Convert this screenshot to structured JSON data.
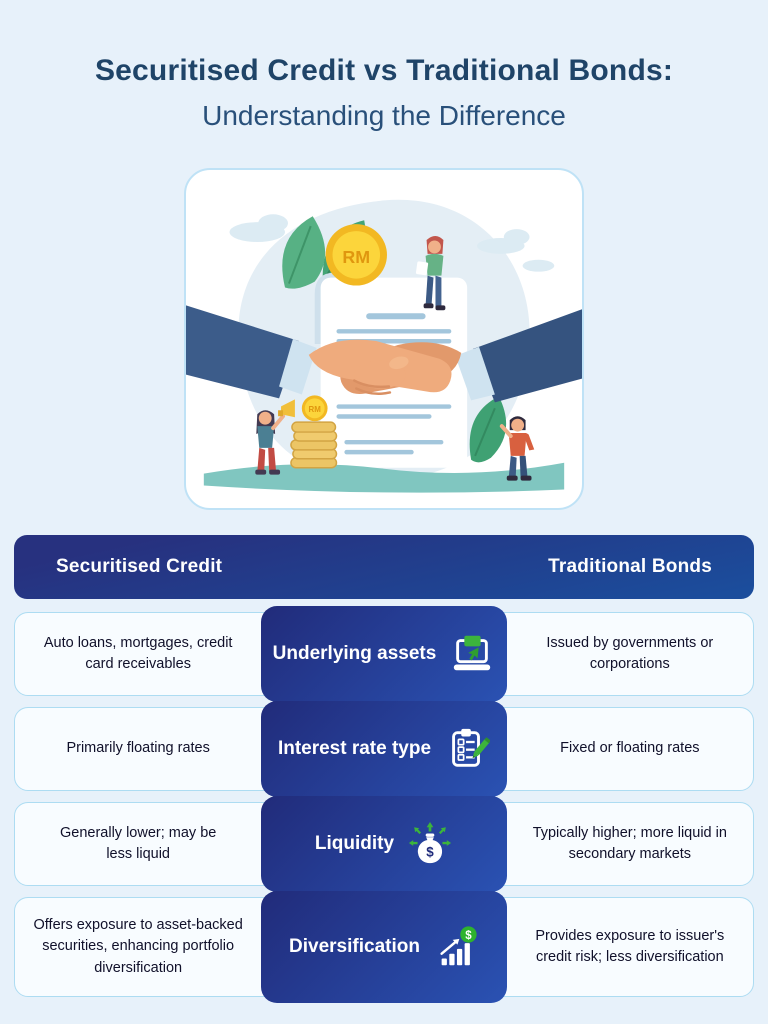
{
  "title": {
    "line1": "Securitised Credit vs Traditional Bonds:",
    "line2": "Understanding the Difference"
  },
  "illustration": {
    "name": "handshake-agreement-illustration",
    "coin_label": "RM",
    "coin_stack_label": "RM"
  },
  "icons": {
    "dollar_symbol": "$"
  },
  "comparison": {
    "left_header": "Securitised Credit",
    "right_header": "Traditional Bonds",
    "rows": [
      {
        "left": "Auto loans, mortgages, credit card receivables",
        "label": "Underlying assets",
        "icon": "laptop-cursor-icon",
        "right": "Issued by governments or corporations"
      },
      {
        "left": "Primarily floating rates",
        "label": "Interest rate type",
        "icon": "clipboard-pencil-icon",
        "right": "Fixed or floating rates"
      },
      {
        "left": "Generally lower; may be less liquid",
        "label": "Liquidity",
        "icon": "money-bag-arrows-icon",
        "right": "Typically higher; more liquid in secondary markets"
      },
      {
        "left": "Offers exposure to asset-backed securities, enhancing portfolio diversification",
        "label": "Diversification",
        "icon": "growth-chart-dollar-icon",
        "right": "Provides exposure to issuer's credit risk; less diversification"
      }
    ]
  },
  "colors": {
    "page_bg": "#e7f1fa",
    "navy": "#232e7d",
    "blue": "#2a52b3",
    "green": "#3cb43c",
    "gold": "#f2b822",
    "card_border": "#addcf2",
    "title_navy": "#1f4468"
  }
}
